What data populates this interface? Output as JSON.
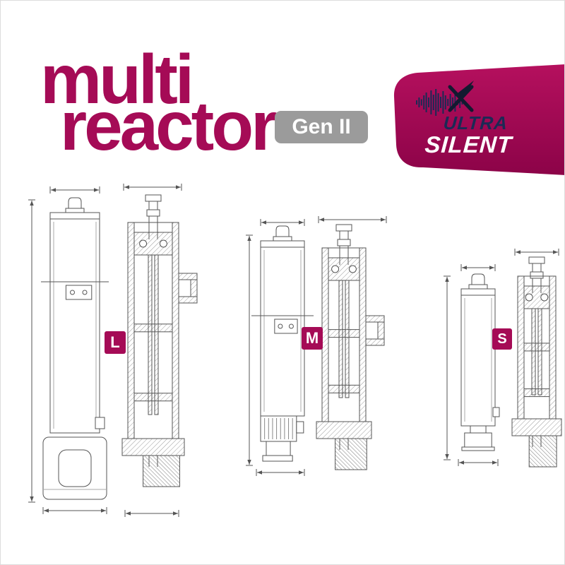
{
  "header": {
    "title_line1": "multi",
    "title_line2": "reactor",
    "gen_badge": "Gen II"
  },
  "banner": {
    "line1": "ULTRA",
    "line2": "SILENT",
    "icons": [
      "sound-waveform-icon",
      "no-noise-icon"
    ]
  },
  "sizes": [
    {
      "label": "L"
    },
    {
      "label": "M"
    },
    {
      "label": "S"
    }
  ],
  "colors": {
    "brand_magenta": "#a50b56",
    "badge_gray": "#9b9b9b",
    "navy": "#1b2a55",
    "banner_top": "#b5105e",
    "banner_bottom": "#8c0348",
    "drawing_line": "#555555"
  }
}
